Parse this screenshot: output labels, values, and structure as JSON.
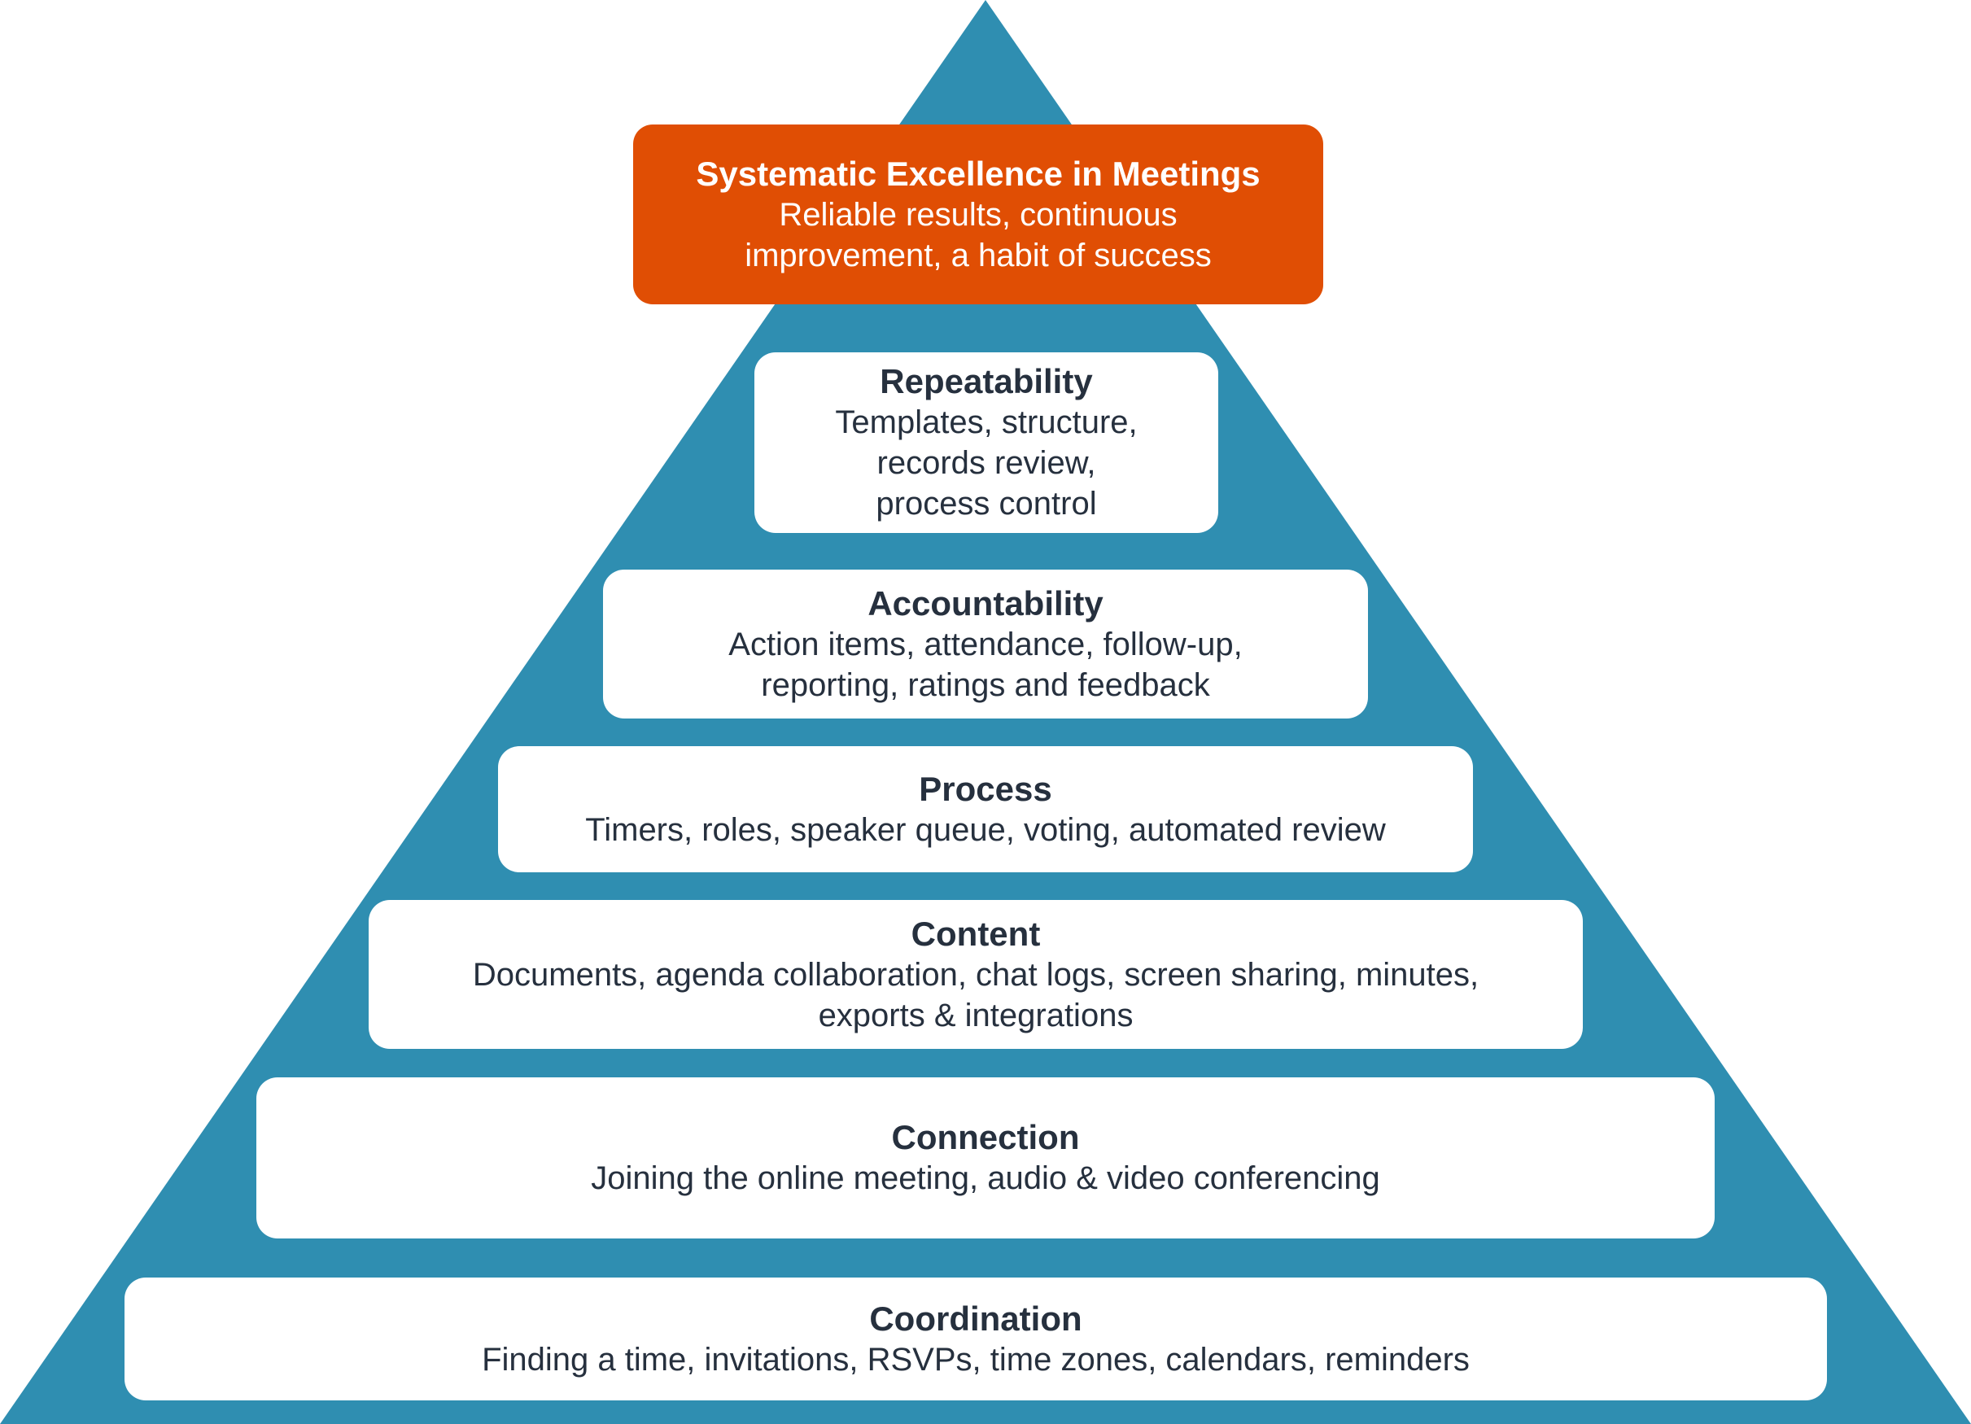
{
  "colors": {
    "pyramid": "#2f8eb1",
    "top_box": "#e04e04",
    "text_dark": "#26303e",
    "box": "#ffffff"
  },
  "levels": [
    {
      "title": "Systematic Excellence in Meetings",
      "description": "Reliable results, continuous\nimprovement, a habit of success"
    },
    {
      "title": "Repeatability",
      "description": "Templates, structure,\nrecords review,\nprocess control"
    },
    {
      "title": "Accountability",
      "description": "Action items, attendance, follow-up,\nreporting, ratings and feedback"
    },
    {
      "title": "Process",
      "description": "Timers, roles, speaker queue, voting, automated review"
    },
    {
      "title": "Content",
      "description": "Documents, agenda collaboration, chat logs, screen sharing, minutes,\nexports & integrations"
    },
    {
      "title": "Connection",
      "description": "Joining the online meeting, audio & video conferencing"
    },
    {
      "title": "Coordination",
      "description": "Finding a time, invitations, RSVPs, time zones, calendars, reminders"
    }
  ]
}
